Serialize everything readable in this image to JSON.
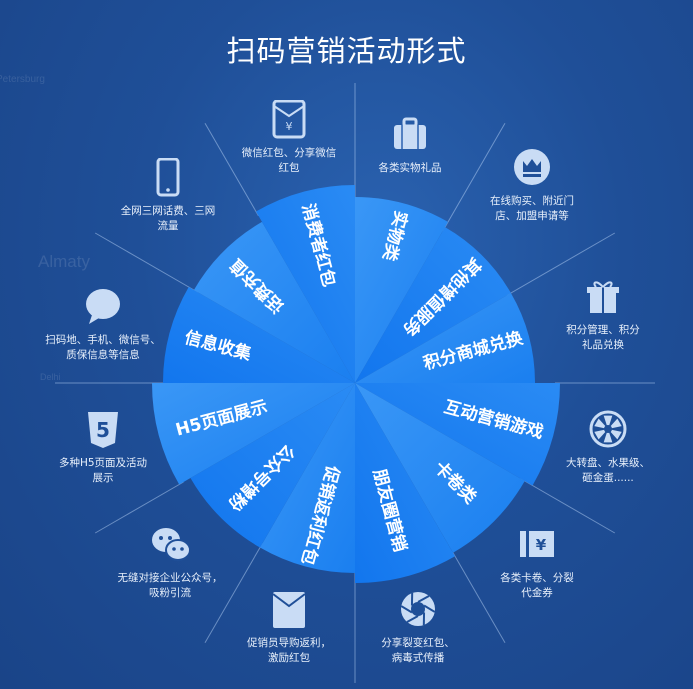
{
  "title": "扫码营销活动形式",
  "background_labels": [
    "Almaty",
    "Petersburg",
    "Delhi"
  ],
  "colors": {
    "background": "#1f4f98",
    "segment_light": "#3a95f5",
    "segment_dark": "#167cf0",
    "icon": "#c9dcf5"
  },
  "segments": [
    {
      "label": "实物类"
    },
    {
      "label": "其他增值服务"
    },
    {
      "label": "积分商城兑换"
    },
    {
      "label": "互动营销游戏"
    },
    {
      "label": "卡卷类"
    },
    {
      "label": "朋友圈营销"
    },
    {
      "label": "促销返利红包"
    },
    {
      "label": "公众号增粉"
    },
    {
      "label": "H5页面展示"
    },
    {
      "label": "信息收集"
    },
    {
      "label": "话费充值"
    },
    {
      "label": "消费者红包"
    }
  ],
  "items": [
    {
      "icon": "suitcase-icon",
      "lines": [
        "各类实物礼品"
      ]
    },
    {
      "icon": "crown-icon",
      "lines": [
        "在线购买、附近门",
        "店、加盟申请等"
      ]
    },
    {
      "icon": "gift-icon",
      "lines": [
        "积分管理、积分",
        "礼品兑换"
      ]
    },
    {
      "icon": "wheel-icon",
      "lines": [
        "大转盘、水果级、",
        "砸金蛋......"
      ]
    },
    {
      "icon": "ticket-icon",
      "lines": [
        "各类卡卷、分裂",
        "代金券"
      ]
    },
    {
      "icon": "aperture-icon",
      "lines": [
        "分享裂变红包、",
        "病毒式传播"
      ]
    },
    {
      "icon": "envelope-icon",
      "lines": [
        "促销员导购返利，",
        "激励红包"
      ]
    },
    {
      "icon": "wechat-icon",
      "lines": [
        "无缝对接企业公众号，",
        "吸粉引流"
      ]
    },
    {
      "icon": "html5-icon",
      "lines": [
        "多种H5页面及活动",
        "展示"
      ]
    },
    {
      "icon": "speech-bubble-icon",
      "lines": [
        "扫码地、手机、微信号、",
        "质保信息等信息"
      ]
    },
    {
      "icon": "phone-icon",
      "lines": [
        "全网三网话费、三网",
        "流量"
      ]
    },
    {
      "icon": "red-envelope-icon",
      "lines": [
        "微信红包、分享微信",
        "红包"
      ]
    }
  ]
}
